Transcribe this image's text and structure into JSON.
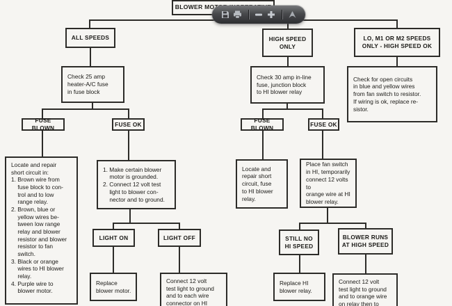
{
  "document": {
    "title": "BLOWER MOTOR INOPERATIVE"
  },
  "toolbar": {
    "icons": [
      "save-icon",
      "print-icon",
      "zoom-out-icon",
      "zoom-in-icon",
      "acrobat-icon"
    ]
  },
  "colors": {
    "paper": "#f6f5f2",
    "ink": "#1b1a17",
    "connector_line": "#2c2b28",
    "toolbar_dark": "#3a3a3d"
  },
  "nodes": {
    "all_speeds": "ALL SPEEDS",
    "check_fuse_25": "Check 25 amp\nheater-A/C fuse\nin fuse block",
    "fuse_blown_left": "FUSE BLOWN",
    "fuse_ok_left": "FUSE OK",
    "short_circuit_list": "Locate and repair\nshort circuit in:\n1. Brown wire from\n    fuse block to con-\n    trol and to low\n    range relay.\n2. Brown, blue or\n    yellow wires be-\n    tween low range\n    relay and blower\n    resistor and blower\n    resistor to fan\n    switch.\n3. Black or orange\n    wires to HI blower\n    relay.\n4. Purple wire to\n    blower motor.",
    "ground_test": "1. Make certain blower\n    motor is grounded.\n2. Connect 12 volt test\n    light to blower con-\n    nector and to ground.",
    "light_on": "LIGHT ON",
    "light_off": "LIGHT OFF",
    "replace_motor": "Replace\nblower motor.",
    "connect_each_wire": "Connect 12 volt\ntest light to ground\nand to each wire\nconnector on HI",
    "high_speed_only": "HIGH SPEED\nONLY",
    "check_fuse_30": "Check 30 amp in-line\nfuse, junction block\nto HI blower relay",
    "fuse_blown_mid": "FUSE BLOWN",
    "fuse_ok_mid": "FUSE OK",
    "short_circuit_hi": "Locate and\nrepair short\ncircuit, fuse\nto HI blower\nrelay.",
    "place_fan_switch": "Place fan switch\nin HI, temporarily\nconnect 12 volts to\norange wire at HI\nblower relay.",
    "still_no_hi": "STILL NO\nHI SPEED",
    "blower_runs_high": "BLOWER RUNS\nAT HIGH SPEED",
    "replace_relay": "Replace HI\nblower relay.",
    "connect_orange_wire": "Connect 12 volt\ntest light to ground\nand to orange wire\non relay then to",
    "lo_m1_m2": "LO, M1 OR M2 SPEEDS\nONLY - HIGH SPEED OK",
    "check_open_circuits": "Check for open circuits\nin blue and yellow wires\nfrom fan switch to resistor.\nIf wiring is ok, replace re-\nsistor."
  }
}
